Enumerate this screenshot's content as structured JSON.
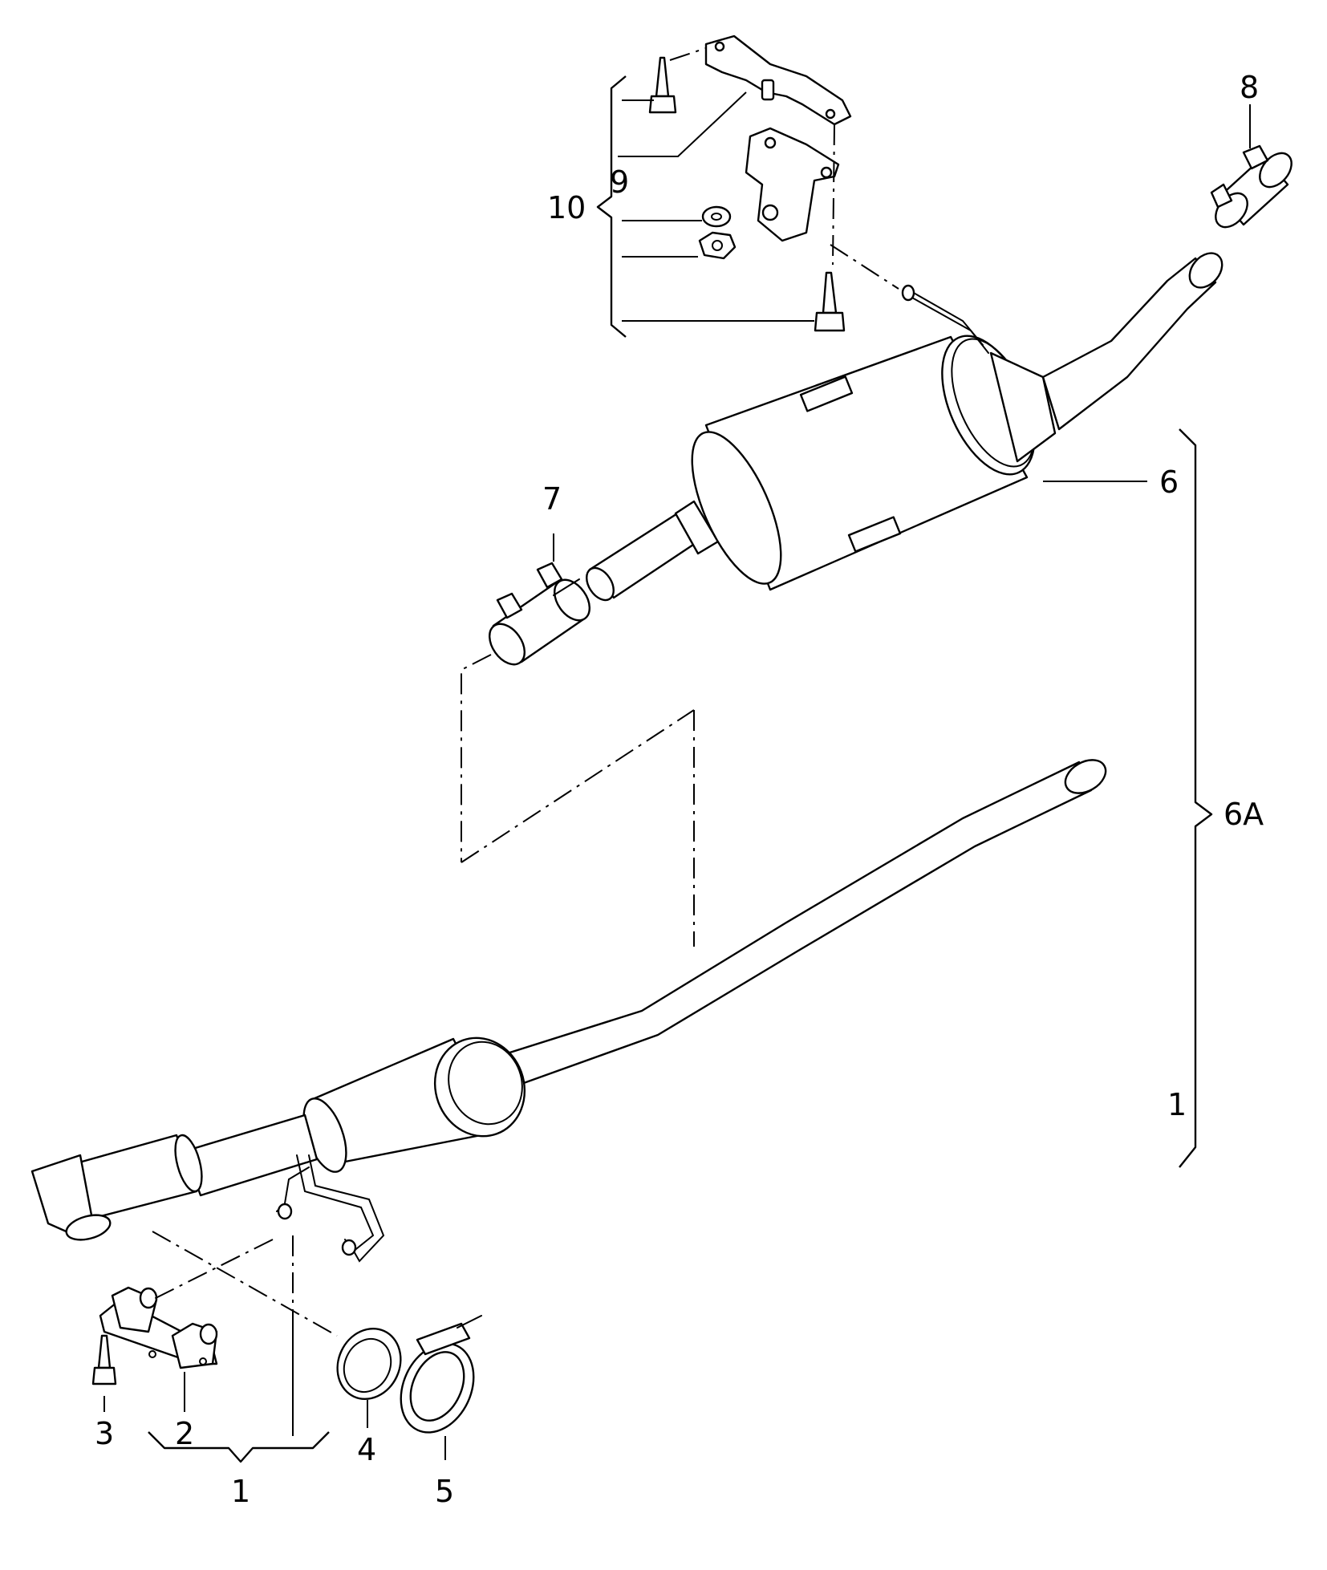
{
  "diagram": {
    "callouts": {
      "c1_bottom": "1",
      "c1_right": "1",
      "c2": "2",
      "c3": "3",
      "c4": "4",
      "c5": "5",
      "c6": "6",
      "c6a": "6A",
      "c7": "7",
      "c8": "8",
      "c9": "9",
      "c10": "10"
    },
    "colors": {
      "ink": "#000000",
      "paper": "#ffffff"
    }
  }
}
